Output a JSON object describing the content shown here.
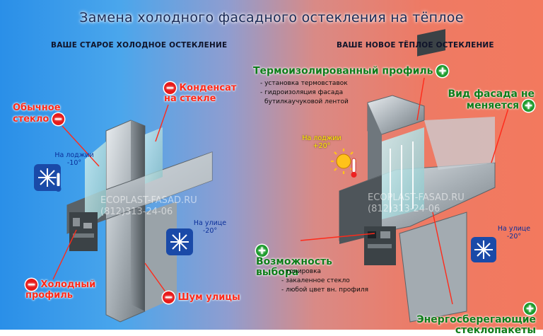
{
  "title": "Замена холодного фасадного остекления на тёплое",
  "left": {
    "subtitle": "ВАШЕ СТАРОЕ ХОЛОДНОЕ ОСТЕКЛЕНИЕ",
    "labels": {
      "ordinary_glass": "Обычное стекло",
      "condensate": "Конденсат на стекле",
      "cold_profile": "Холодный профиль",
      "street_noise": "Шум улицы"
    },
    "temp_inside": {
      "label": "На лоджии",
      "value": "-10°"
    },
    "temp_outside": {
      "label": "На улице",
      "value": "-20°"
    }
  },
  "right": {
    "subtitle": "ВАШЕ НОВОЕ ТЁПЛОЕ ОСТЕКЛЕНИЕ",
    "thermo_profile": {
      "label": "Термоизолированный профиль",
      "bullets": [
        "- установка термовставок",
        "- гидроизоляция фасада",
        "бутилкаучуковой лентой"
      ]
    },
    "facade": "Вид фасада не меняется",
    "choice": {
      "label": "Возможность выбора",
      "bullets": [
        "- тонировка",
        "- закаленное стекло",
        "- любой цвет вн. профиля"
      ]
    },
    "energy": "Энергосберегающие стеклопакеты",
    "temp_inside": {
      "label": "На лоджии",
      "value": "+20°"
    },
    "temp_outside": {
      "label": "На улице",
      "value": "-20°"
    }
  },
  "watermark": {
    "site": "ECOPLAST-FASAD.RU",
    "phone": "(812)313-24-06"
  },
  "symbols": {
    "minus": "−",
    "plus": "+"
  },
  "colors": {
    "bad": "#ff2a1a",
    "good": "#0f7d1a",
    "cold": "#2a8fe8",
    "warm": "#f3795e"
  }
}
